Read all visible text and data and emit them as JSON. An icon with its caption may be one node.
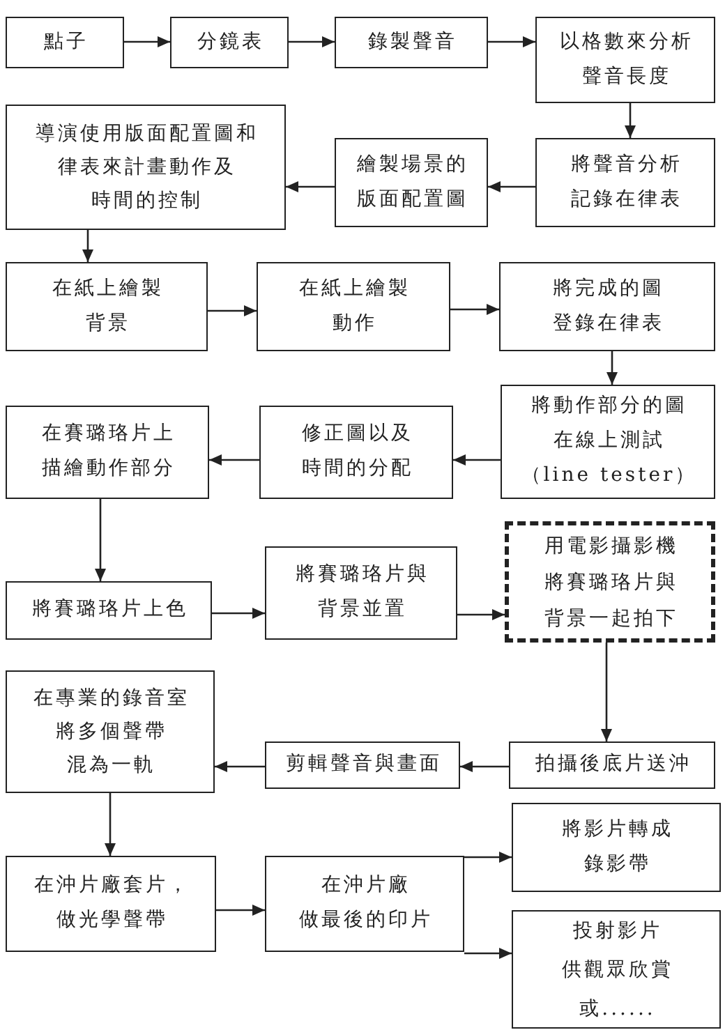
{
  "diagram": {
    "nodes": [
      {
        "text": [
          "點子"
        ]
      },
      {
        "text": [
          "分鏡表"
        ]
      },
      {
        "text": [
          "錄製聲音"
        ]
      },
      {
        "text": [
          "以格數來分析聲音長度"
        ]
      },
      {
        "text": [
          "導演使用版面配置圖和律表來計畫動作及時間的控制"
        ]
      },
      {
        "text": [
          "繪製場景的版面配置圖"
        ]
      },
      {
        "text": [
          "將聲音分析記錄在律表"
        ]
      },
      {
        "text": [
          "在紙上繪製背景"
        ]
      },
      {
        "text": [
          "在紙上繪製動作"
        ]
      },
      {
        "text": [
          "將完成的圖登錄在律表"
        ]
      },
      {
        "text": [
          "將動作部分的圖在線上測試（line tester）"
        ]
      },
      {
        "text": [
          "修正圖以及時間的分配"
        ]
      },
      {
        "text": [
          "在賽璐珞片上描繪動作部分"
        ]
      },
      {
        "text": [
          "將賽璐珞片上色"
        ]
      },
      {
        "text": [
          "將賽璐珞片與背景並置"
        ]
      },
      {
        "text": [
          "用電影攝影機將賽璐珞片與背景一起拍下"
        ]
      },
      {
        "text": [
          "在專業的錄音室將多個聲帶混為一軌"
        ]
      },
      {
        "text": [
          "剪輯聲音與畫面"
        ]
      },
      {
        "text": [
          "拍攝後底片送沖"
        ]
      },
      {
        "text": [
          "在沖片廠套片，做光學聲帶"
        ]
      },
      {
        "text": [
          "在沖片廠做最後的印片"
        ]
      },
      {
        "text": [
          "將影片轉成錄影帶"
        ]
      },
      {
        "text": [
          "投射影片供觀眾欣賞或......"
        ]
      }
    ],
    "edges": [
      {
        "from": 0,
        "to": 1,
        "arrow": "to"
      },
      {
        "from": 1,
        "to": 2,
        "arrow": "to"
      },
      {
        "from": 2,
        "to": 3,
        "arrow": "to"
      },
      {
        "from": 3,
        "to": 6,
        "arrow": "to"
      },
      {
        "from": 6,
        "to": 5,
        "arrow": "to"
      },
      {
        "from": 5,
        "to": 4,
        "arrow": "to"
      },
      {
        "from": 4,
        "to": 7,
        "arrow": "to"
      },
      {
        "from": 7,
        "to": 8,
        "arrow": "to"
      },
      {
        "from": 8,
        "to": 9,
        "arrow": "to"
      },
      {
        "from": 9,
        "to": 10,
        "arrow": "to"
      },
      {
        "from": 10,
        "to": 11,
        "arrow": "to"
      },
      {
        "from": 11,
        "to": 12,
        "arrow": "to"
      },
      {
        "from": 12,
        "to": 13,
        "arrow": "to"
      },
      {
        "from": 13,
        "to": 14,
        "arrow": "to"
      },
      {
        "from": 14,
        "to": 15,
        "arrow": "to"
      },
      {
        "from": 15,
        "to": 18,
        "arrow": "to"
      },
      {
        "from": 18,
        "to": 17,
        "arrow": "to"
      },
      {
        "from": 17,
        "to": 16,
        "arrow": "to"
      },
      {
        "from": 16,
        "to": 19,
        "arrow": "to"
      },
      {
        "from": 19,
        "to": 20,
        "arrow": "to"
      },
      {
        "from": 20,
        "to": 21,
        "arrow": "to"
      },
      {
        "from": 20,
        "to": 22,
        "arrow": "to"
      }
    ]
  }
}
